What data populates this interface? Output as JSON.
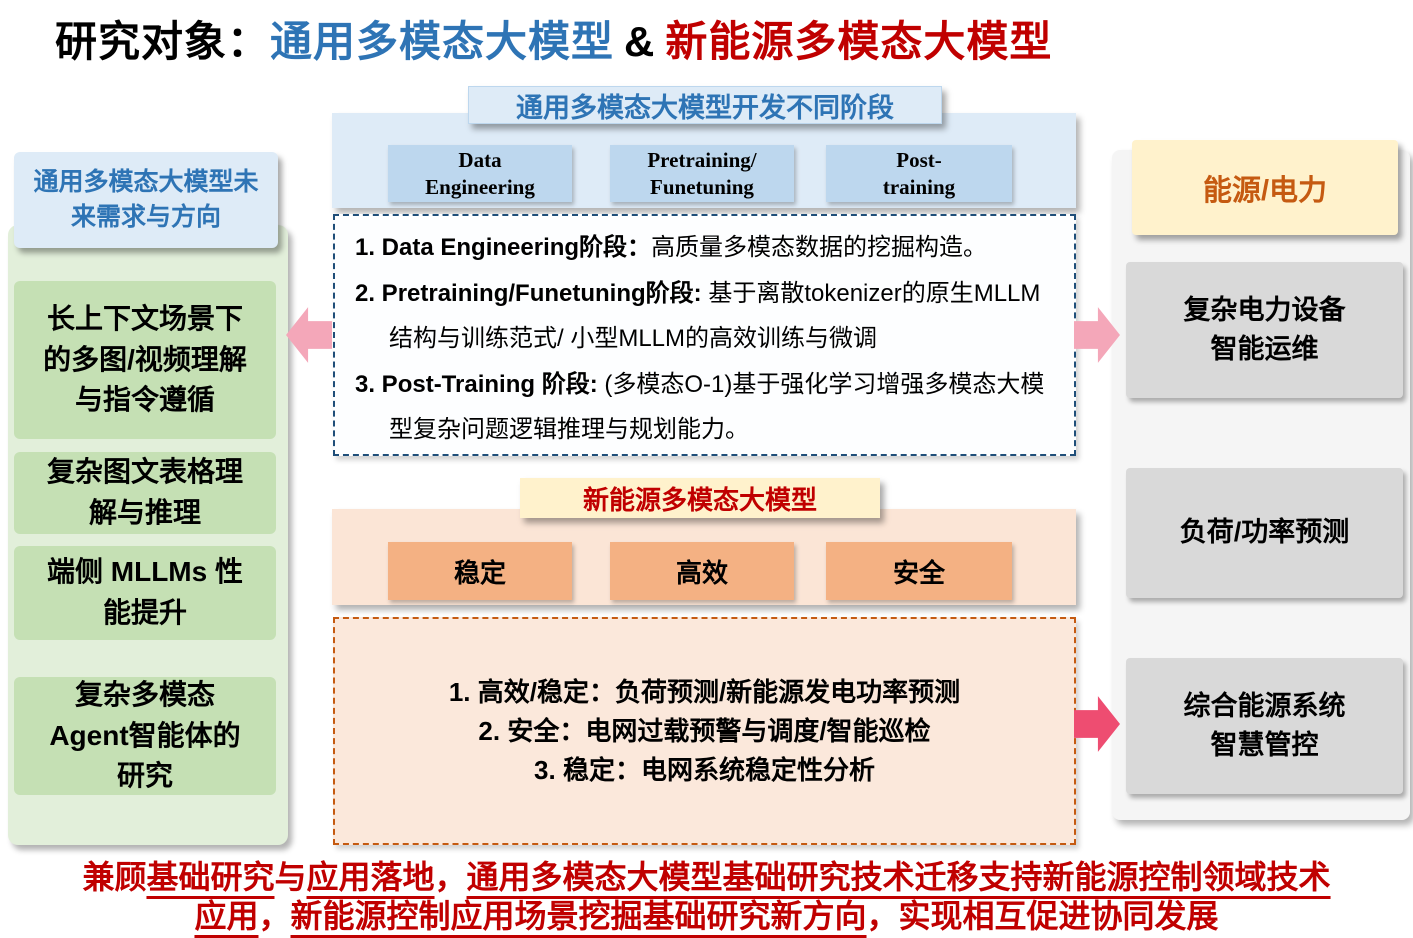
{
  "colors": {
    "title_blue": "#2E74B5",
    "dark_red": "#C00000",
    "green_panel": "#E2EFDA",
    "green_box": "#C5E0B4",
    "blue_panel": "#DEEBF7",
    "blue_button": "#BDD7EE",
    "orange_panel": "#FBE5D6",
    "orange_button": "#F4B183",
    "yellow_banner": "#FFF2CC",
    "gray_box": "#D9D9D9",
    "arrow_pink": "#F4A7B9",
    "arrow_rose": "#EE4D71",
    "right_header_orange": "#C55A11"
  },
  "title": {
    "prefix": "研究对象：",
    "general": "通用多模态大模型",
    "ampersand": "&",
    "energy": "新能源多模态大模型"
  },
  "left_panel": {
    "header": "通用多模态大模型未\n来需求与方向",
    "items": [
      "长上下文场景下\n的多图/视频理解\n与指令遵循",
      "复杂图文表格理\n解与推理",
      "端侧 MLLMs 性\n能提升",
      "复杂多模态\nAgent智能体的\n研究"
    ]
  },
  "general_section": {
    "banner": "通用多模态大模型开发不同阶段",
    "stages": [
      "Data\nEngineering",
      "Pretraining/\nFunetuning",
      "Post-\ntraining"
    ],
    "details": [
      {
        "label": "1. Data Engineering阶段：",
        "text": "高质量多模态数据的挖掘构造。"
      },
      {
        "label": "2. Pretraining/Funetuning阶段:",
        "text": " 基于离散tokenizer的原生MLLM结构与训练范式/ 小型MLLM的高效训练与微调"
      },
      {
        "label": "3. Post-Training 阶段:",
        "text": " (多模态O-1)基于强化学习增强多模态大模型复杂问题逻辑推理与规划能力。"
      }
    ]
  },
  "energy_section": {
    "banner": "新能源多模态大模型",
    "tags": [
      "稳定",
      "高效",
      "安全"
    ],
    "details": [
      "1. 高效/稳定：负荷预测/新能源发电功率预测",
      "2. 安全：电网过载预警与调度/智能巡检",
      "3. 稳定：电网系统稳定性分析"
    ]
  },
  "right_panel": {
    "header": "能源/电力",
    "items": [
      "复杂电力设备\n智能运维",
      "负荷/功率预测",
      "综合能源系统\n智慧管控"
    ]
  },
  "footer": {
    "lines": [
      [
        {
          "t": "兼顾",
          "u": false
        },
        {
          "t": "基础研究",
          "u": true
        },
        {
          "t": "与",
          "u": false
        },
        {
          "t": "应用落地",
          "u": true
        },
        {
          "t": "，",
          "u": false
        },
        {
          "t": "通用多模态大模型基础研究技术迁移支持新能源控制领域技术",
          "u": true
        }
      ],
      [
        {
          "t": "应用",
          "u": true
        },
        {
          "t": "，",
          "u": false
        },
        {
          "t": "新能源控制应用场景挖掘基础研究新方向",
          "u": true
        },
        {
          "t": "，实现相互促进协同发展",
          "u": false
        }
      ]
    ]
  }
}
